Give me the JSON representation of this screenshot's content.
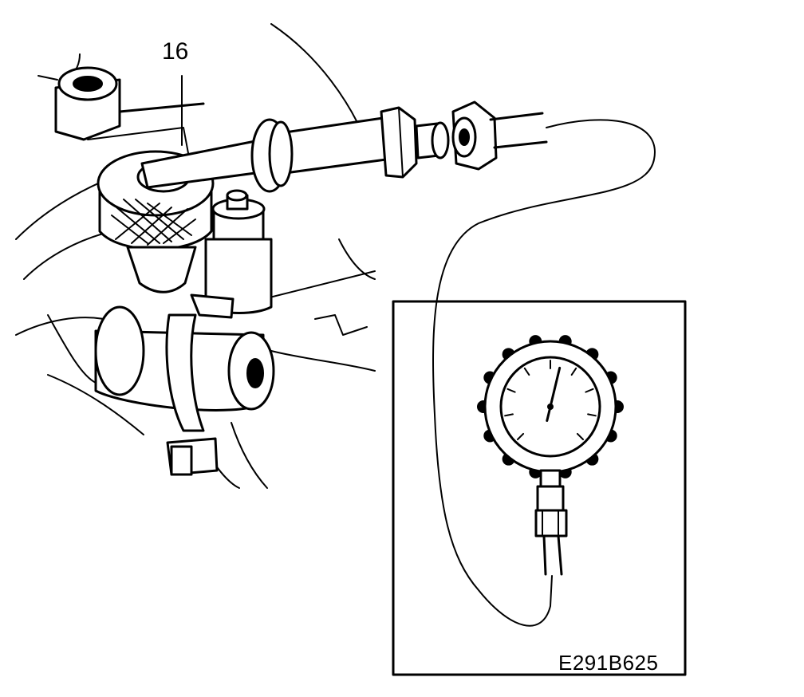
{
  "callout": {
    "number": "16"
  },
  "figure": {
    "code": "E291B625"
  },
  "colors": {
    "line": "#000000",
    "background": "#ffffff"
  },
  "gauge": {
    "needle_fraction": 0.55
  }
}
